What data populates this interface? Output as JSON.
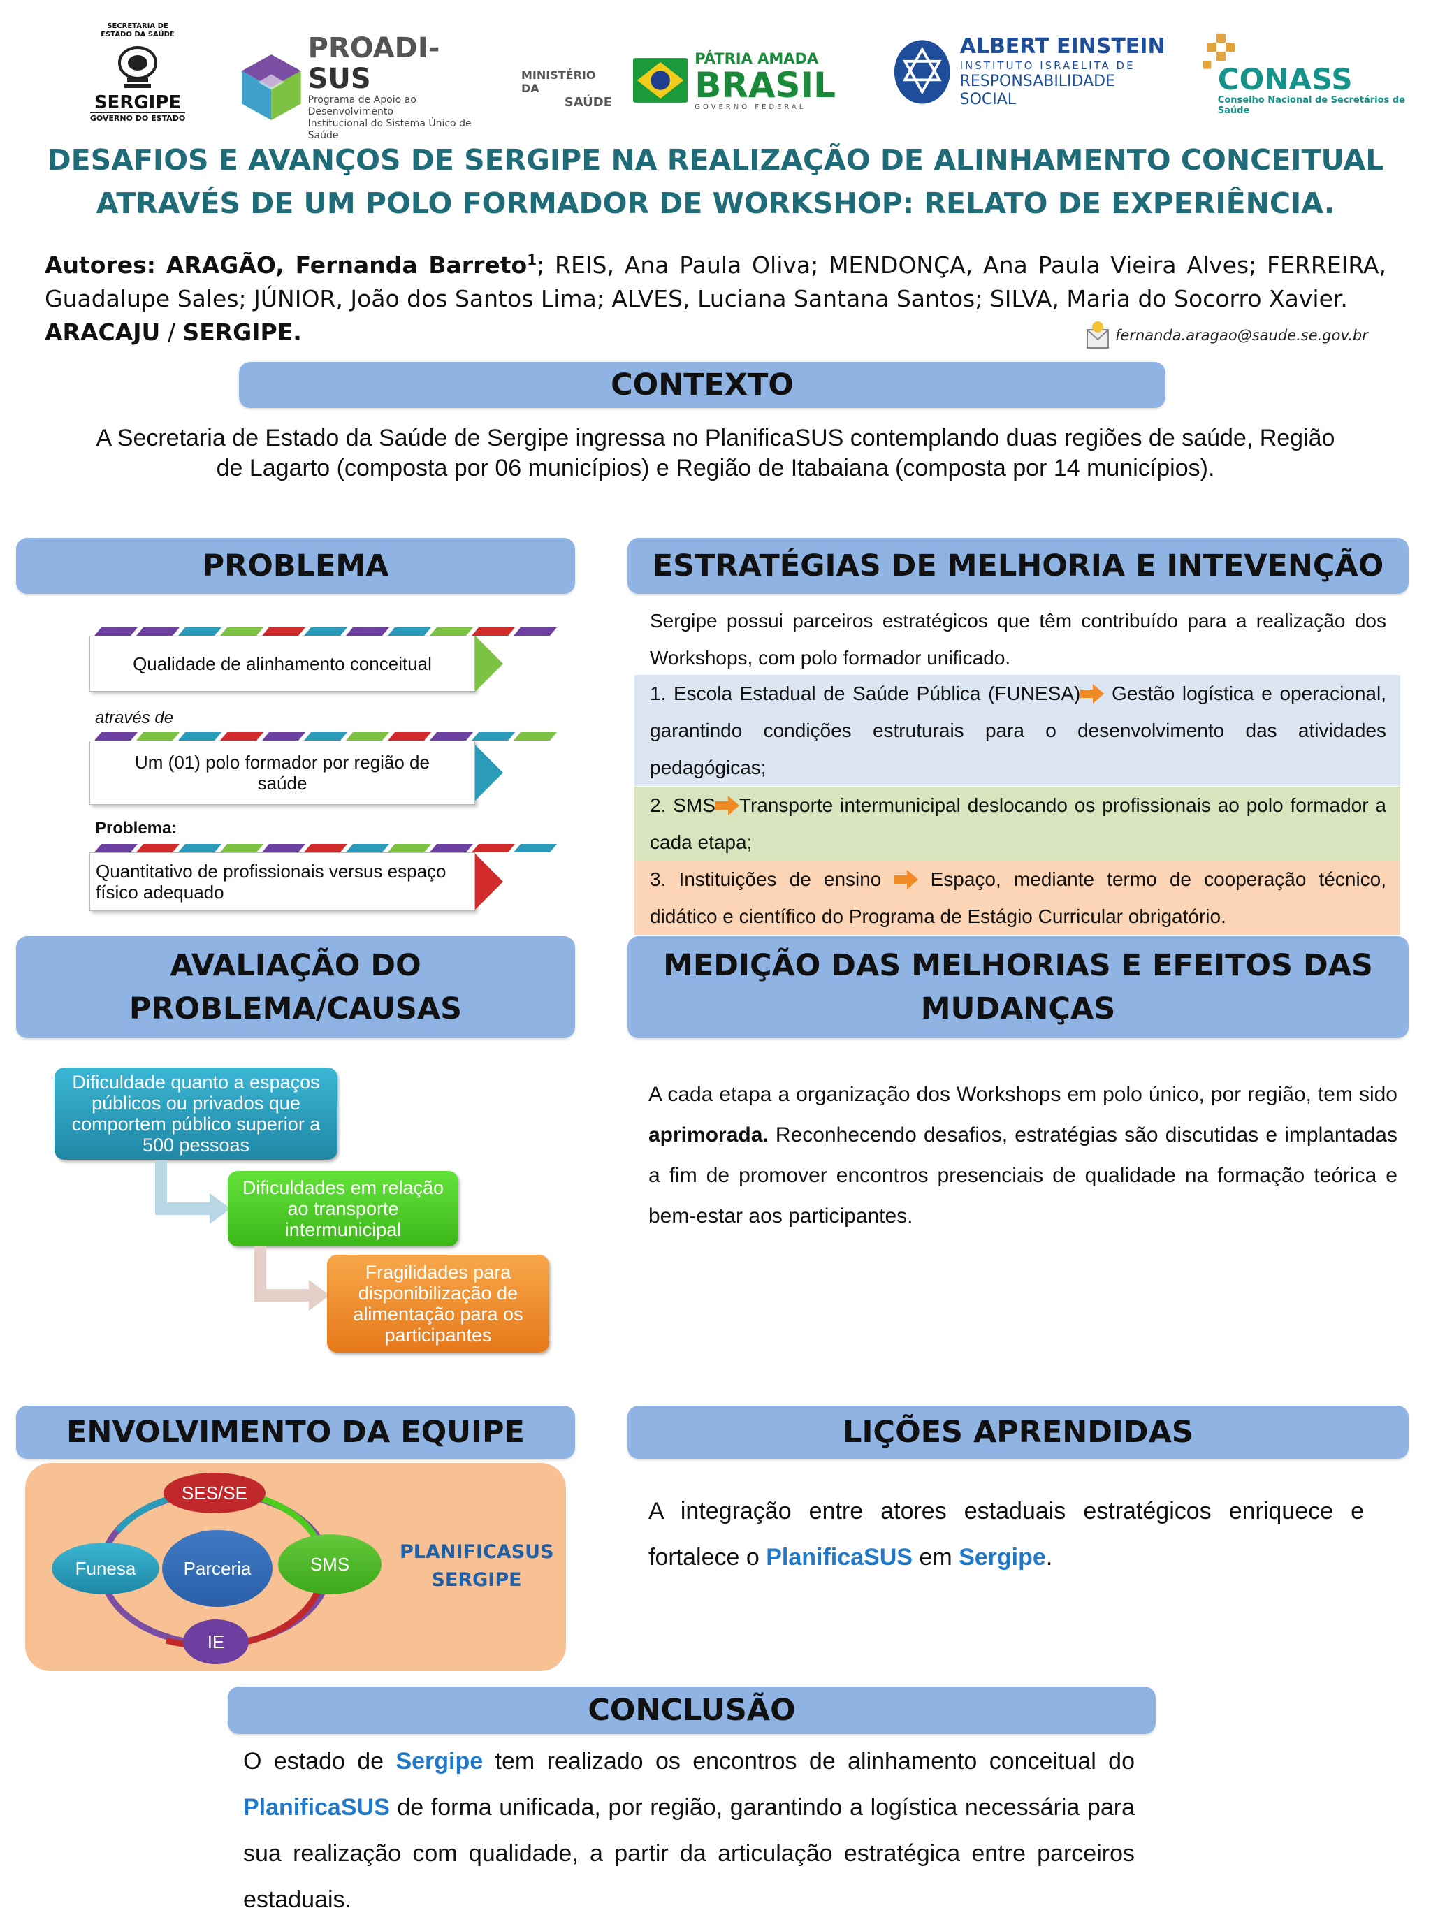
{
  "logos": {
    "sergipe_top": "SECRETARIA DE ESTADO DA SAÚDE",
    "sergipe_name": "SERGIPE",
    "sergipe_sub": "GOVERNO DO ESTADO",
    "proadi_name": "PROADI-",
    "proadi_sus": "SUS",
    "proadi_sub1": "Programa de Apoio ao Desenvolvimento",
    "proadi_sub2": "Institucional do Sistema Único de Saúde",
    "ministerio1": "MINISTÉRIO DA",
    "ministerio2": "SAÚDE",
    "patria": "PÁTRIA AMADA",
    "brasil": "BRASIL",
    "gov_federal": "GOVERNO FEDERAL",
    "einstein1": "ALBERT EINSTEIN",
    "einstein2": "INSTITUTO ISRAELITA DE",
    "einstein3": "RESPONSABILIDADE SOCIAL",
    "conass": "CONASS",
    "conass_sub": "Conselho Nacional de Secretários de Saúde"
  },
  "title": {
    "line1": "DESAFIOS E AVANÇOS DE SERGIPE NA REALIZAÇÃO DE ALINHAMENTO CONCEITUAL",
    "line2": "ATRAVÉS DE UM POLO FORMADOR DE WORKSHOP: RELATO DE EXPERIÊNCIA."
  },
  "authors": {
    "label": "Autores:",
    "first": "ARAGÃO, Fernanda Barreto",
    "sup": "1",
    "others": "; REIS, Ana Paula Oliva; MENDONÇA, Ana Paula Vieira Alves; FERREIRA, Guadalupe Sales; JÚNIOR, João dos Santos Lima; ALVES, Luciana Santana Santos; SILVA, Maria do Socorro Xavier.",
    "city": "ARACAJU",
    "sep": " / ",
    "state": "SERGIPE.",
    "email": "fernanda.aragao@saude.se.gov.br"
  },
  "contexto": {
    "header": "CONTEXTO",
    "line1": "A Secretaria de Estado da Saúde de Sergipe ingressa no PlanificaSUS contemplando duas regiões de saúde, Região",
    "line2": "de Lagarto (composta por 06 municípios) e Região de Itabaiana (composta por 14 municípios)."
  },
  "problema": {
    "header": "PROBLEMA",
    "box1": "Qualidade de alinhamento conceitual",
    "label1": "através de",
    "box2": "Um (01) polo formador por região de saúde",
    "label2": "Problema:",
    "box3": "Quantitativo de profissionais versus espaço físico adequado"
  },
  "estrategias": {
    "header": "ESTRATÉGIAS DE MELHORIA E INTEVENÇÃO",
    "intro": "Sergipe possui parceiros estratégicos que têm contribuído para a realização dos Workshops, com polo formador unificado.",
    "item1_a": "1. Escola Estadual de Saúde Pública (FUNESA)",
    "item1_b": "Gestão logística e operacional, garantindo condições estruturais para o desenvolvimento das atividades pedagógicas;",
    "item2_a": "2. SMS",
    "item2_b": "Transporte intermunicipal deslocando os profissionais ao polo formador a cada etapa;",
    "item3_a": "3. Instituições de ensino",
    "item3_b": "Espaço, mediante termo de cooperação técnico, didático e científico do Programa de Estágio Curricular obrigatório."
  },
  "avaliacao": {
    "header1": "AVALIAÇÃO DO",
    "header2": "PROBLEMA/CAUSAS",
    "cause1": "Dificuldade quanto a espaços públicos ou privados que comportem público superior a 500 pessoas",
    "cause2": "Dificuldades em relação ao transporte intermunicipal",
    "cause3": "Fragilidades para disponibilização de alimentação para os participantes"
  },
  "medicao": {
    "header1": "MEDIÇÃO DAS MELHORIAS E EFEITOS DAS",
    "header2": "MUDANÇAS",
    "text_a": "A cada etapa a organização dos Workshops em polo único, por região, tem sido ",
    "text_bold": "aprimorada.",
    "text_b": " Reconhecendo desafios, estratégias são discutidas e implantadas a fim de promover encontros presenciais de qualidade na formação teórica e bem-estar aos participantes."
  },
  "equipe": {
    "header": "ENVOLVIMENTO DA EQUIPE",
    "n_top": "SES/SE",
    "n_center": "Parceria",
    "n_left": "Funesa",
    "n_right": "SMS",
    "n_bottom": "IE",
    "label1": "PLANIFICASUS",
    "label2": "SERGIPE"
  },
  "licoes": {
    "header": "LIÇÕES APRENDIDAS",
    "text_a": "A integração entre atores estaduais estratégicos enriquece e fortalece o ",
    "hl1": "PlanificaSUS",
    "text_b": " em ",
    "hl2": "Sergipe",
    "text_c": "."
  },
  "conclusao": {
    "header": "CONCLUSÃO",
    "text_a": "O estado de ",
    "hl1": "Sergipe",
    "text_b": " tem realizado os encontros de alinhamento conceitual do ",
    "hl2": "PlanificaSUS",
    "text_c": " de forma unificada, por região, garantindo a logística necessária para sua realização com qualidade, a partir da articulação estratégica entre parceiros estaduais."
  },
  "colors": {
    "header_bar": "#8fb3e3",
    "title": "#1f6b78",
    "highlight": "#1f78c8",
    "cause1": "#2a9bb8",
    "cause2": "#4ccc1e",
    "cause3": "#f08a24",
    "strat1_bg": "#dce6f2",
    "strat2_bg": "#d7e4bd",
    "strat3_bg": "#fbd5b5",
    "team_bg": "#f8c194"
  }
}
